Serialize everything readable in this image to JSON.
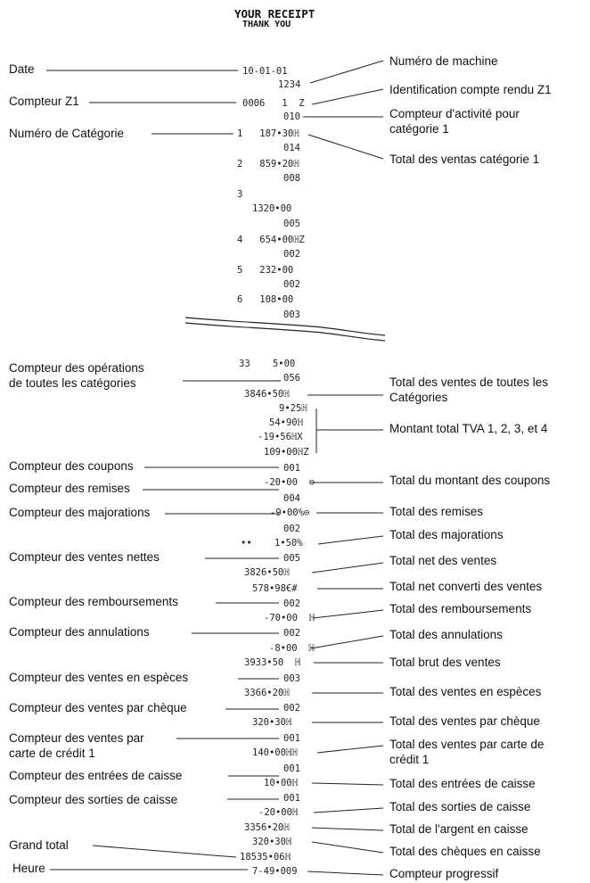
{
  "header": {
    "title": "YOUR RECEIPT",
    "subtitle": "THANK YOU"
  },
  "left_labels": [
    "Date",
    "Compteur Z1",
    "Numéro de Catégorie",
    "Compteur des opérations",
    "de toutes les catégories",
    "Compteur des coupons",
    "Compteur des remises",
    "Compteur des majorations",
    "Compteur des ventes nettes",
    "Compteur des remboursements",
    "Compteur des annulations",
    "Compteur des ventes en espèces",
    "Compteur des ventes par chèque",
    "Compteur des ventes par",
    "carte de crédit 1",
    "Compteur des entrées de caisse",
    "Compteur des sorties de caisse",
    "Grand total",
    "Heure"
  ],
  "right_labels": [
    "Numéro de machine",
    "Identification compte rendu Z1",
    "Compteur d'activité pour",
    "catégorie 1",
    "Total des ventas catégorie 1",
    "Total des ventes de toutes les",
    "Catégories",
    "Montant total TVA 1, 2, 3, et 4",
    "Total du montant des coupons",
    "Total des remises",
    "Total des majorations",
    "Total net des ventes",
    "Total net converti des ventes",
    "Total des remboursements",
    "Total des annulations",
    "Total brut des ventes",
    "Total des ventes en espèces",
    "Total des ventes par chèque",
    "Total des ventes par carte de",
    "crédit 1",
    "Total des entrées de caisse",
    "Total des sorties de caisse",
    "Total de l'argent en caisse",
    "Total des chèques en caisse",
    "Compteur progressif"
  ],
  "receipt_lines": [
    "10-01-01",
    "1234",
    "0006   1  Z",
    "010",
    "1   187•30ℍ",
    "014",
    "2   859•20ℍ",
    "008",
    "3",
    "1320•00",
    "005",
    "4   654•00ℍZ",
    "002",
    "5   232•00",
    "002",
    "6   108•00",
    "003",
    "33    5•00",
    "056",
    "3846•50ℍ",
    "9•25ℍ",
    "54•90ℍ",
    "-19•56ℍX",
    "109•00ℍZ",
    "001",
    "-20•00  ⊖",
    "004",
    "-9•00%⊖",
    "002",
    "••    1•50%",
    "005",
    "3826•50ℍ",
    "578•98€#",
    "002",
    "-70•00  ℍ",
    "002",
    "-8•00  ℍ",
    "3933•50  ℍ",
    "003",
    "3366•20ℍ",
    "002",
    "320•30ℍ",
    "001",
    "140•00ℍℍ",
    "001",
    "10•00ℍ",
    "001",
    "-20•00ℍ",
    "3356•20ℍ",
    "320•30ℍ",
    "18535•06ℍ",
    "7-49•009"
  ]
}
